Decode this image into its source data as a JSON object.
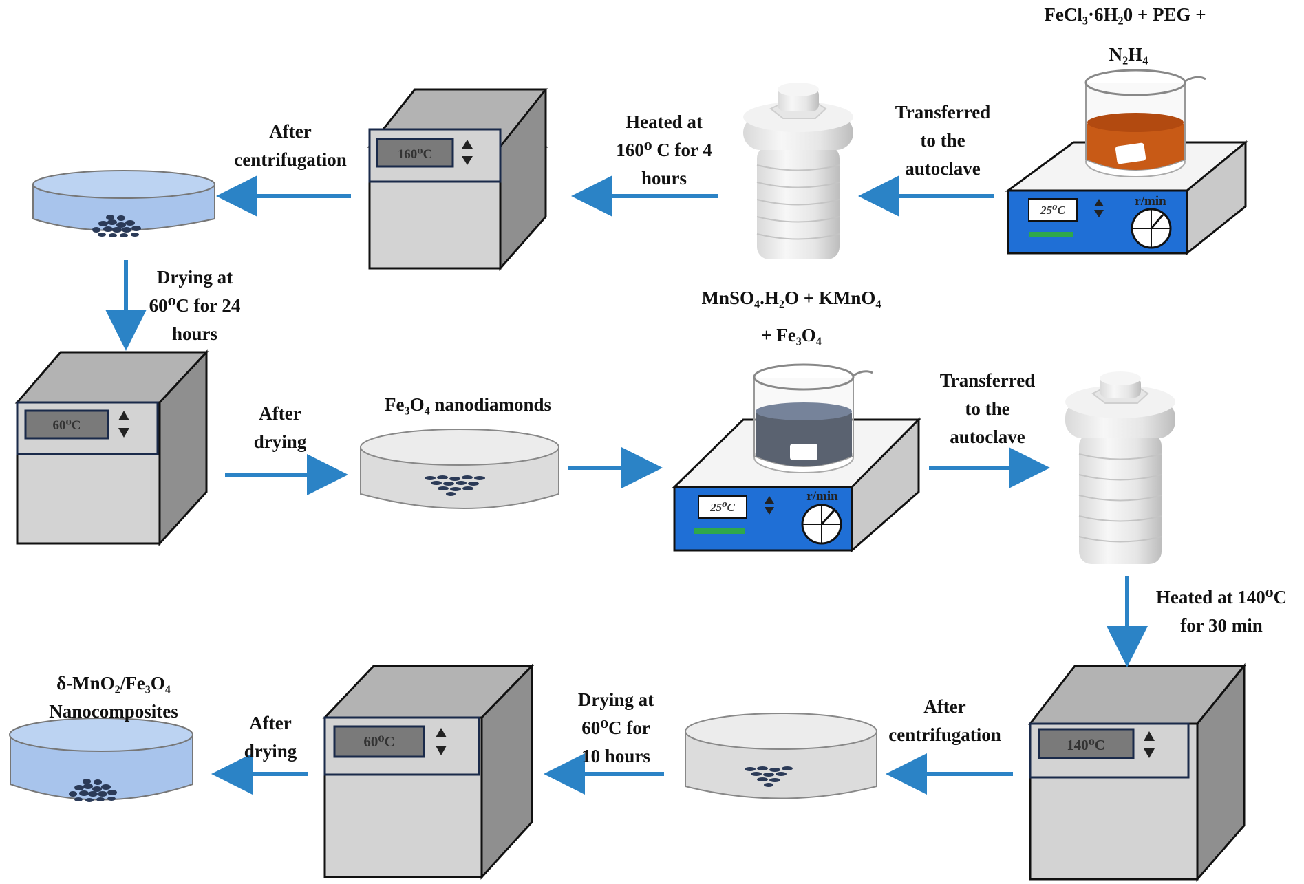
{
  "colors": {
    "arrow": "#2b83c6",
    "oven_front": "#d3d3d3",
    "oven_side": "#8f8f8f",
    "oven_top": "#b3b3b3",
    "display": "#7a7a7a",
    "stirrer_blue": "#1f6fd6",
    "orange_liquid": "#c85a16",
    "gray_liquid": "#5a6270",
    "dish_blue": "#a8c4ec",
    "dish_gray": "#dcdcdc",
    "particles": "#2b3a57"
  },
  "labels": {
    "top_reagent_line1": "FeCl₃·6H₂0 + PEG +",
    "top_reagent_line2": "N₂H₄",
    "transfer1": [
      "Transferred",
      "to the",
      "autoclave"
    ],
    "heated1": [
      "Heated at",
      "160⁰ C for 4",
      "hours"
    ],
    "centrifuge1": [
      "After",
      "centrifugation"
    ],
    "drying1": [
      "Drying at",
      "60⁰C for 24",
      "hours"
    ],
    "after_drying1": [
      "After",
      "drying"
    ],
    "fe3o4": "Fe₃O₄ nanodiamonds",
    "mid_reagent_line1": "MnSO₄.H₂O + KMnO₄",
    "mid_reagent_line2": "+ Fe₃O₄",
    "transfer2": [
      "Transferred",
      "to the",
      "autoclave"
    ],
    "heated2": [
      "Heated at 140⁰C",
      "for 30 min"
    ],
    "centrifuge2": [
      "After",
      "centrifugation"
    ],
    "drying2": [
      "Drying at",
      "60⁰C for",
      "10 hours"
    ],
    "after_drying2": [
      "After",
      "drying"
    ],
    "product": [
      "δ-MnO₂/Fe₃O₄",
      "Nanocomposites"
    ]
  },
  "displays": {
    "oven1": "160⁰C",
    "oven2": "60⁰C",
    "oven3": "140⁰C",
    "oven4": "60⁰C",
    "stirrer1": "25⁰C",
    "stirrer2": "25⁰C"
  },
  "stirrer_unit": "r/min",
  "icons": {
    "updown": "up-down-arrows-icon",
    "dial": "dial-icon"
  }
}
